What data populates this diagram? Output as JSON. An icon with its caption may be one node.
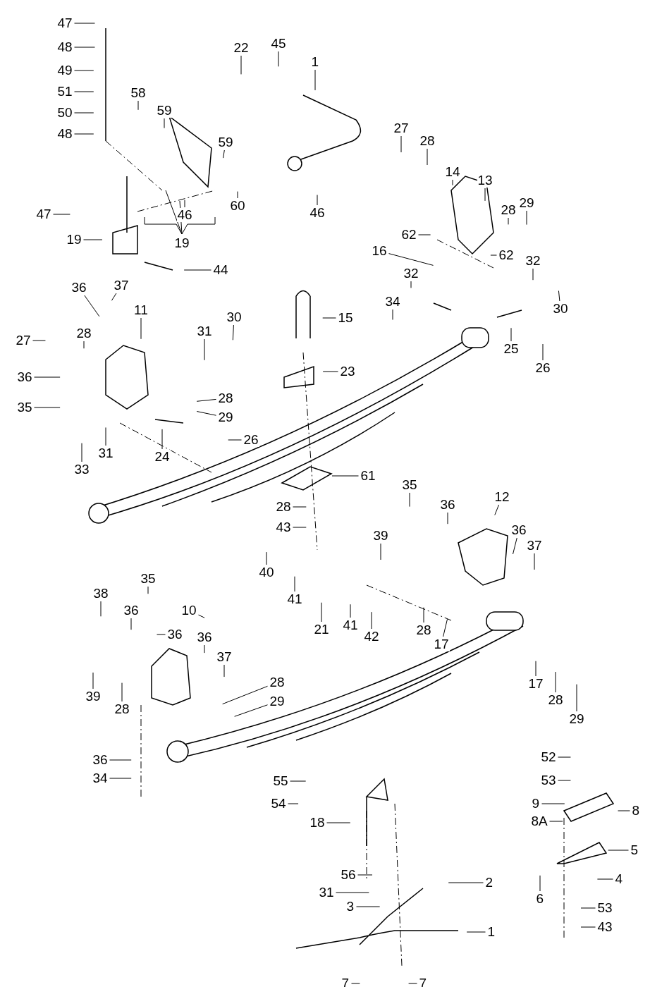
{
  "diagram": {
    "nodes": [
      {
        "text": [
          "47"
        ]
      },
      {
        "text": [
          "48"
        ]
      },
      {
        "text": [
          "49"
        ]
      },
      {
        "text": [
          "51"
        ]
      },
      {
        "text": [
          "50"
        ]
      },
      {
        "text": [
          "48"
        ]
      },
      {
        "text": [
          "22"
        ]
      },
      {
        "text": [
          "45"
        ]
      },
      {
        "text": [
          "1"
        ]
      },
      {
        "text": [
          "58"
        ]
      },
      {
        "text": [
          "59"
        ]
      },
      {
        "text": [
          "59"
        ]
      },
      {
        "text": [
          "27"
        ]
      },
      {
        "text": [
          "28"
        ]
      },
      {
        "text": [
          "14"
        ]
      },
      {
        "text": [
          "13"
        ]
      },
      {
        "text": [
          "28"
        ]
      },
      {
        "text": [
          "29"
        ]
      },
      {
        "text": [
          "47"
        ]
      },
      {
        "text": [
          "60"
        ]
      },
      {
        "text": [
          "46"
        ]
      },
      {
        "text": [
          "46"
        ]
      },
      {
        "text": [
          "19"
        ]
      },
      {
        "text": [
          "62"
        ]
      },
      {
        "text": [
          "62"
        ]
      },
      {
        "text": [
          "16"
        ]
      },
      {
        "text": [
          "44"
        ]
      },
      {
        "text": [
          "32"
        ]
      },
      {
        "text": [
          "32"
        ]
      },
      {
        "text": [
          "30"
        ]
      },
      {
        "text": [
          "36"
        ]
      },
      {
        "text": [
          "37"
        ]
      },
      {
        "text": [
          "11"
        ]
      },
      {
        "text": [
          "15"
        ]
      },
      {
        "text": [
          "34"
        ]
      },
      {
        "text": [
          "31"
        ]
      },
      {
        "text": [
          "30"
        ]
      },
      {
        "text": [
          "27"
        ]
      },
      {
        "text": [
          "28"
        ]
      },
      {
        "text": [
          "25"
        ]
      },
      {
        "text": [
          "26"
        ]
      },
      {
        "text": [
          "23"
        ]
      },
      {
        "text": [
          "36"
        ]
      },
      {
        "text": [
          "35"
        ]
      },
      {
        "text": [
          "28"
        ]
      },
      {
        "text": [
          "29"
        ]
      },
      {
        "text": [
          "26"
        ]
      },
      {
        "text": [
          "33"
        ]
      },
      {
        "text": [
          "31"
        ]
      },
      {
        "text": [
          "24"
        ]
      },
      {
        "text": [
          "61"
        ]
      },
      {
        "text": [
          "35"
        ]
      },
      {
        "text": [
          "36"
        ]
      },
      {
        "text": [
          "12"
        ]
      },
      {
        "text": [
          "28"
        ]
      },
      {
        "text": [
          "43"
        ]
      },
      {
        "text": [
          "36"
        ]
      },
      {
        "text": [
          "39"
        ]
      },
      {
        "text": [
          "37"
        ]
      },
      {
        "text": [
          "40"
        ]
      },
      {
        "text": [
          "41"
        ]
      },
      {
        "text": [
          "21"
        ]
      },
      {
        "text": [
          "41"
        ]
      },
      {
        "text": [
          "42"
        ]
      },
      {
        "text": [
          "28"
        ]
      },
      {
        "text": [
          "17"
        ]
      },
      {
        "text": [
          "35"
        ]
      },
      {
        "text": [
          "38"
        ]
      },
      {
        "text": [
          "36"
        ]
      },
      {
        "text": [
          "36"
        ]
      },
      {
        "text": [
          "10"
        ]
      },
      {
        "text": [
          "36"
        ]
      },
      {
        "text": [
          "37"
        ]
      },
      {
        "text": [
          "17"
        ]
      },
      {
        "text": [
          "28"
        ]
      },
      {
        "text": [
          "39"
        ]
      },
      {
        "text": [
          "28"
        ]
      },
      {
        "text": [
          "29"
        ]
      },
      {
        "text": [
          "28"
        ]
      },
      {
        "text": [
          "29"
        ]
      },
      {
        "text": [
          "36"
        ]
      },
      {
        "text": [
          "34"
        ]
      },
      {
        "text": [
          "52"
        ]
      },
      {
        "text": [
          "53"
        ]
      },
      {
        "text": [
          "55"
        ]
      },
      {
        "text": [
          "9"
        ]
      },
      {
        "text": [
          "8"
        ]
      },
      {
        "text": [
          "54"
        ]
      },
      {
        "text": [
          "18"
        ]
      },
      {
        "text": [
          "8A"
        ]
      },
      {
        "text": [
          "5"
        ]
      },
      {
        "text": [
          "56"
        ]
      },
      {
        "text": [
          "2"
        ]
      },
      {
        "text": [
          "4"
        ]
      },
      {
        "text": [
          "31"
        ]
      },
      {
        "text": [
          "3"
        ]
      },
      {
        "text": [
          "6"
        ]
      },
      {
        "text": [
          "53"
        ]
      },
      {
        "text": [
          "43"
        ]
      },
      {
        "text": [
          "1"
        ]
      },
      {
        "text": [
          "7"
        ]
      },
      {
        "text": [
          "7"
        ]
      },
      {
        "text": [
          "19"
        ]
      }
    ],
    "edges": [
      {
        "from": 0,
        "to": null,
        "arrow": "none"
      },
      {
        "from": 1,
        "to": null,
        "arrow": "none"
      },
      {
        "from": 2,
        "to": null,
        "arrow": "none"
      },
      {
        "from": 3,
        "to": null,
        "arrow": "none"
      },
      {
        "from": 4,
        "to": null,
        "arrow": "none"
      },
      {
        "from": 5,
        "to": null,
        "arrow": "none"
      },
      {
        "from": 6,
        "to": null,
        "arrow": "none"
      },
      {
        "from": 7,
        "to": null,
        "arrow": "none"
      },
      {
        "from": 8,
        "to": null,
        "arrow": "none"
      },
      {
        "from": 9,
        "to": null,
        "arrow": "none"
      },
      {
        "from": 10,
        "to": null,
        "arrow": "none"
      },
      {
        "from": 11,
        "to": null,
        "arrow": "none"
      },
      {
        "from": 12,
        "to": null,
        "arrow": "none"
      },
      {
        "from": 13,
        "to": null,
        "arrow": "none"
      },
      {
        "from": 14,
        "to": null,
        "arrow": "none"
      },
      {
        "from": 15,
        "to": null,
        "arrow": "none"
      },
      {
        "from": 16,
        "to": null,
        "arrow": "none"
      },
      {
        "from": 17,
        "to": null,
        "arrow": "none"
      },
      {
        "from": 18,
        "to": null,
        "arrow": "none"
      },
      {
        "from": 19,
        "to": null,
        "arrow": "none"
      },
      {
        "from": 20,
        "to": null,
        "arrow": "none"
      },
      {
        "from": 21,
        "to": null,
        "arrow": "none"
      },
      {
        "from": 22,
        "to": null,
        "arrow": "none"
      },
      {
        "from": 23,
        "to": null,
        "arrow": "none"
      },
      {
        "from": 24,
        "to": null,
        "arrow": "none"
      },
      {
        "from": 25,
        "to": null,
        "arrow": "none"
      },
      {
        "from": 26,
        "to": null,
        "arrow": "none"
      },
      {
        "from": 27,
        "to": null,
        "arrow": "none"
      },
      {
        "from": 28,
        "to": null,
        "arrow": "none"
      },
      {
        "from": 29,
        "to": null,
        "arrow": "none"
      },
      {
        "from": 30,
        "to": null,
        "arrow": "none"
      },
      {
        "from": 31,
        "to": null,
        "arrow": "none"
      },
      {
        "from": 32,
        "to": null,
        "arrow": "none"
      },
      {
        "from": 33,
        "to": null,
        "arrow": "none"
      },
      {
        "from": 34,
        "to": null,
        "arrow": "none"
      },
      {
        "from": 35,
        "to": null,
        "arrow": "none"
      },
      {
        "from": 36,
        "to": null,
        "arrow": "none"
      },
      {
        "from": 37,
        "to": null,
        "arrow": "none"
      },
      {
        "from": 38,
        "to": null,
        "arrow": "none"
      },
      {
        "from": 39,
        "to": null,
        "arrow": "none"
      },
      {
        "from": 40,
        "to": null,
        "arrow": "none"
      },
      {
        "from": 41,
        "to": null,
        "arrow": "none"
      },
      {
        "from": 42,
        "to": null,
        "arrow": "none"
      },
      {
        "from": 43,
        "to": null,
        "arrow": "none"
      },
      {
        "from": 44,
        "to": null,
        "arrow": "none"
      },
      {
        "from": 45,
        "to": null,
        "arrow": "none"
      },
      {
        "from": 46,
        "to": null,
        "arrow": "none"
      },
      {
        "from": 47,
        "to": null,
        "arrow": "none"
      },
      {
        "from": 48,
        "to": null,
        "arrow": "none"
      },
      {
        "from": 49,
        "to": null,
        "arrow": "none"
      },
      {
        "from": 50,
        "to": null,
        "arrow": "none"
      },
      {
        "from": 51,
        "to": null,
        "arrow": "none"
      },
      {
        "from": 52,
        "to": null,
        "arrow": "none"
      },
      {
        "from": 53,
        "to": null,
        "arrow": "none"
      },
      {
        "from": 54,
        "to": null,
        "arrow": "none"
      },
      {
        "from": 55,
        "to": null,
        "arrow": "none"
      },
      {
        "from": 56,
        "to": null,
        "arrow": "none"
      },
      {
        "from": 57,
        "to": null,
        "arrow": "none"
      },
      {
        "from": 58,
        "to": null,
        "arrow": "none"
      },
      {
        "from": 59,
        "to": null,
        "arrow": "none"
      },
      {
        "from": 60,
        "to": null,
        "arrow": "none"
      },
      {
        "from": 61,
        "to": null,
        "arrow": "none"
      },
      {
        "from": 62,
        "to": null,
        "arrow": "none"
      },
      {
        "from": 63,
        "to": null,
        "arrow": "none"
      },
      {
        "from": 64,
        "to": null,
        "arrow": "none"
      },
      {
        "from": 65,
        "to": null,
        "arrow": "none"
      },
      {
        "from": 66,
        "to": null,
        "arrow": "none"
      },
      {
        "from": 67,
        "to": null,
        "arrow": "none"
      },
      {
        "from": 68,
        "to": null,
        "arrow": "none"
      },
      {
        "from": 69,
        "to": null,
        "arrow": "none"
      },
      {
        "from": 70,
        "to": null,
        "arrow": "none"
      },
      {
        "from": 71,
        "to": null,
        "arrow": "none"
      },
      {
        "from": 72,
        "to": null,
        "arrow": "none"
      },
      {
        "from": 73,
        "to": null,
        "arrow": "none"
      },
      {
        "from": 74,
        "to": null,
        "arrow": "none"
      },
      {
        "from": 75,
        "to": null,
        "arrow": "none"
      },
      {
        "from": 76,
        "to": null,
        "arrow": "none"
      },
      {
        "from": 77,
        "to": null,
        "arrow": "none"
      },
      {
        "from": 78,
        "to": null,
        "arrow": "none"
      },
      {
        "from": 79,
        "to": null,
        "arrow": "none"
      },
      {
        "from": 80,
        "to": null,
        "arrow": "none"
      },
      {
        "from": 81,
        "to": null,
        "arrow": "none"
      },
      {
        "from": 82,
        "to": null,
        "arrow": "none"
      },
      {
        "from": 83,
        "to": null,
        "arrow": "none"
      },
      {
        "from": 84,
        "to": null,
        "arrow": "none"
      },
      {
        "from": 85,
        "to": null,
        "arrow": "none"
      },
      {
        "from": 86,
        "to": null,
        "arrow": "none"
      },
      {
        "from": 87,
        "to": null,
        "arrow": "none"
      },
      {
        "from": 88,
        "to": null,
        "arrow": "none"
      },
      {
        "from": 89,
        "to": null,
        "arrow": "none"
      },
      {
        "from": 90,
        "to": null,
        "arrow": "none"
      },
      {
        "from": 91,
        "to": null,
        "arrow": "none"
      },
      {
        "from": 92,
        "to": null,
        "arrow": "none"
      },
      {
        "from": 93,
        "to": null,
        "arrow": "none"
      },
      {
        "from": 94,
        "to": null,
        "arrow": "none"
      },
      {
        "from": 95,
        "to": null,
        "arrow": "none"
      },
      {
        "from": 96,
        "to": null,
        "arrow": "none"
      },
      {
        "from": 97,
        "to": null,
        "arrow": "none"
      },
      {
        "from": 98,
        "to": null,
        "arrow": "none"
      },
      {
        "from": 99,
        "to": null,
        "arrow": "none"
      },
      {
        "from": 100,
        "to": null,
        "arrow": "none"
      },
      {
        "from": 101,
        "to": null,
        "arrow": "none"
      }
    ]
  }
}
